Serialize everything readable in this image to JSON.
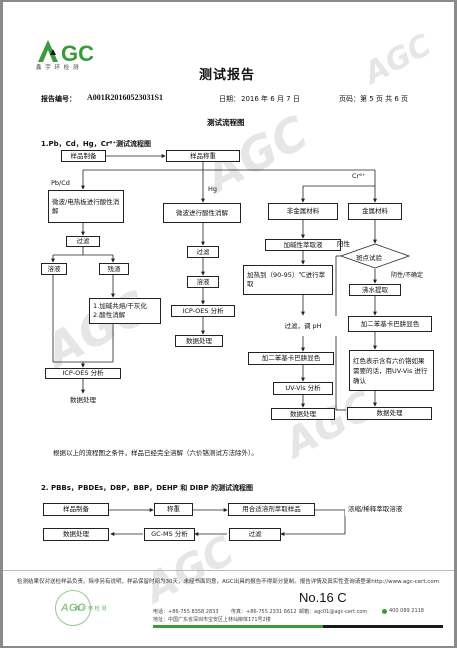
{
  "brand": {
    "logo_text": "AGC",
    "logo_subtitle": "鑫 宇 环 检 测",
    "colors": {
      "green": "#3a9b3a",
      "dark": "#1a1a1a"
    }
  },
  "header": {
    "title": "测试报告",
    "report_no_label": "报告编号：",
    "report_no": "A001R20160523031S1",
    "date_label": "日期：",
    "date": "2016 年 6 月 7 日",
    "page_label": "页码：第 5 页 共 6 页"
  },
  "flow_title": "测试流程图",
  "section1": {
    "title": "1.Pb，Cd，Hg，Cr⁶⁺测试流程图",
    "sample_prep": "样品制备",
    "sample_weigh": "样品称重",
    "branch_pbcd": "Pb/Cd",
    "branch_hg": "Hg",
    "branch_cr": "Cr⁶⁺",
    "pbcd_digest": "微波/电热板进行酸性消解",
    "hg_digest": "微波进行酸性消解",
    "nonmetal": "非金属材料",
    "metal": "金属材料",
    "filter1": "过滤",
    "solution1": "溶液",
    "residue": "残渣",
    "alkali_fusion_1": "1.加碱共熔/干灰化",
    "alkali_fusion_2": "2.酸性消解",
    "filter_hg": "过滤",
    "solution_hg": "溶液",
    "icp_oes_hg": "ICP-OES 分析",
    "data_hg": "数据处理",
    "alkali_extract": "加碱性萃取液",
    "heat": "加热到（90-95）℃进行萃取",
    "filter_ph": "过滤，调 pH",
    "diphenyl_1": "加二苯基卡巴肼显色",
    "uvvis": "UV-Vis 分析",
    "data_cr": "数据处理",
    "spot_test": "斑点试验",
    "positive": "阳性",
    "negative": "阴性/不确定",
    "boil": "沸水提取",
    "diphenyl_2": "加二苯基卡巴肼显色",
    "note_cr": "红色表示含有六价铬如果需要的话，用UV-Vis 进行确认",
    "data_metal": "数据处理",
    "icp_oes_pb": "ICP-OES 分析",
    "data_pb": "数据处理",
    "footnote": "根据以上的流程图之条件，样品已经完全溶解（六价铬测试方法除外）。"
  },
  "section2": {
    "title": "2. PBBs，PBDEs，DBP，BBP，DEHP 和 DIBP 的测试流程图",
    "sample_prep": "样品制备",
    "weigh": "称重",
    "extract": "用合适溶剂萃取样品",
    "concentrate": "浓缩/稀释萃取溶液",
    "data": "数据处理",
    "gcms": "GC-MS 分析",
    "filter": "过滤"
  },
  "footer": {
    "disclaimer": "检测结果仅对送检样品负责。除非另有说明，样品保留时间为30天，未经书面同意，AGC出具的报告不得部分复制。报告详情及真实性查询请登录http://www.agc-cert.com",
    "doc_no": "No.16 C",
    "tel": "电话：+86-755 8358 2833",
    "fax": "传真：+86-755 2331 6612",
    "email": "邮箱：agc01@agc-cert.com",
    "hotline": "400 089 2118",
    "address": "地址：中国广东省深圳市宝安区上林仙柳体171号2楼",
    "stamp_text": "鑫 宇 环 检 测"
  }
}
